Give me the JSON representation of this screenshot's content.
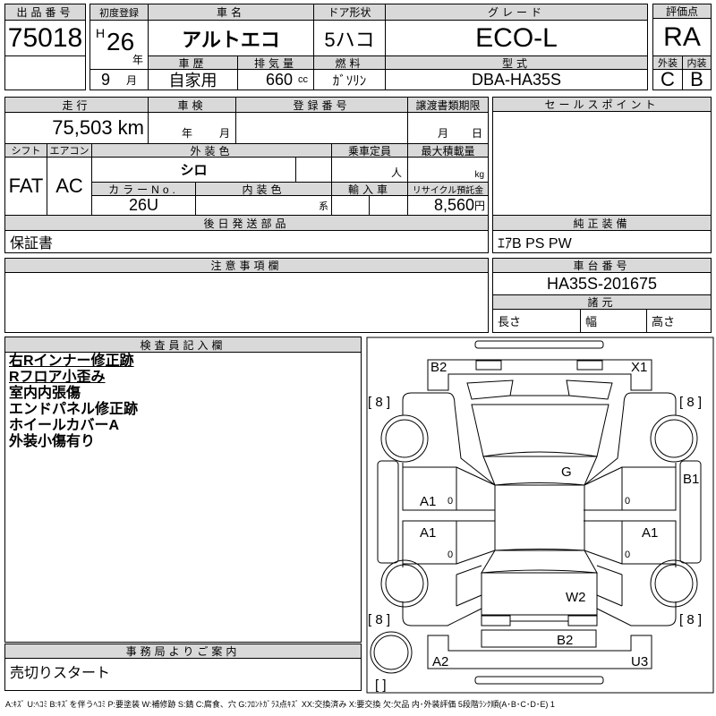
{
  "listing": {
    "header": "出品番号",
    "value": "75018"
  },
  "first_registration": {
    "header": "初度登録",
    "era": "H",
    "year": "26",
    "year_unit": "年",
    "month": "9",
    "month_unit": "月"
  },
  "car_name": {
    "header": "車名",
    "value": "アルトエコ"
  },
  "door_type": {
    "header": "ドア形状",
    "value": "5ハコ"
  },
  "grade": {
    "header": "グレード",
    "value": "ECO-L"
  },
  "score": {
    "header": "評価点",
    "value": "RA",
    "exterior_header": "外装",
    "interior_header": "内装",
    "exterior": "C",
    "interior": "B"
  },
  "history": {
    "header": "車歴",
    "value": "自家用"
  },
  "displacement": {
    "header": "排気量",
    "value": "660",
    "unit": "cc"
  },
  "fuel": {
    "header": "燃料",
    "value": "ｶﾞｿﾘﾝ"
  },
  "model_code": {
    "header": "型式",
    "value": "DBA-HA35S"
  },
  "mileage": {
    "header": "走行",
    "value": "75,503 km"
  },
  "inspection": {
    "header": "車検",
    "year_unit": "年",
    "month_unit": "月"
  },
  "registration_no": {
    "header": "登録番号"
  },
  "transfer_deadline": {
    "header": "譲渡書類期限",
    "month_unit": "月",
    "day_unit": "日"
  },
  "shift": {
    "header": "シフト",
    "value": "FAT"
  },
  "aircon": {
    "header": "エアコン",
    "value": "AC"
  },
  "exterior_color": {
    "header": "外装色",
    "value": "シロ"
  },
  "capacity": {
    "header": "乗車定員",
    "unit": "人"
  },
  "max_load": {
    "header": "最大積載量",
    "unit": "kg"
  },
  "color_no": {
    "header": "カラーNo.",
    "value": "26U"
  },
  "interior_color": {
    "header": "内装色",
    "unit": "系"
  },
  "imported": {
    "header": "輸入車"
  },
  "recycle": {
    "header": "リサイクル預託金",
    "value": "8,560",
    "unit": "円"
  },
  "later_parts": {
    "header": "後日発送部品",
    "value": "保証書"
  },
  "sales_point": {
    "header": "セールスポイント"
  },
  "equipment": {
    "header": "純正装備",
    "value": "ｴｱB PS PW"
  },
  "notes": {
    "header": "注意事項欄"
  },
  "chassis": {
    "header": "車台番号",
    "value": "HA35S-201675"
  },
  "specs": {
    "header": "諸元",
    "length": "長さ",
    "width": "幅",
    "height": "高さ"
  },
  "inspector": {
    "header": "検査員記入欄",
    "lines": [
      "右Rインナー修正跡",
      "Rフロア小歪み",
      "室内内張傷",
      "エンドパネル修正跡",
      "ホイールカバーA",
      "外装小傷有り"
    ]
  },
  "office": {
    "header": "事務局よりご案内",
    "value": "売切りスタート"
  },
  "diagram": {
    "labels": {
      "front_bumper_left": "B2",
      "front_bumper_right": "X1",
      "hood": "G",
      "right_sill": "B1",
      "left_front_door": "A1",
      "left_rear_door": "A1",
      "right_rear_door": "A1",
      "rear_window": "W2",
      "rear_panel": "B2",
      "rear_bumper_left": "A2",
      "rear_bumper_right": "U3",
      "door_mark": "0",
      "tire_fl": "[ 8 ]",
      "tire_fr": "[ 8 ]",
      "tire_rl": "[ 8 ]",
      "tire_rr": "[ 8 ]",
      "spare": "[    ]"
    }
  },
  "legend": "A:ｷｽﾞ U:ﾍｺﾐ B:ｷｽﾞを伴うﾍｺﾐ P:要塗装 W:補修跡 S:錆 C:腐食、穴 G:ﾌﾛﾝﾄｶﾞﾗｽ点ｷｽﾞ XX:交換済み X:要交換 欠:欠品 内･外装評価 5段階ﾗﾝｸ順(A･B･C･D･E) 1"
}
